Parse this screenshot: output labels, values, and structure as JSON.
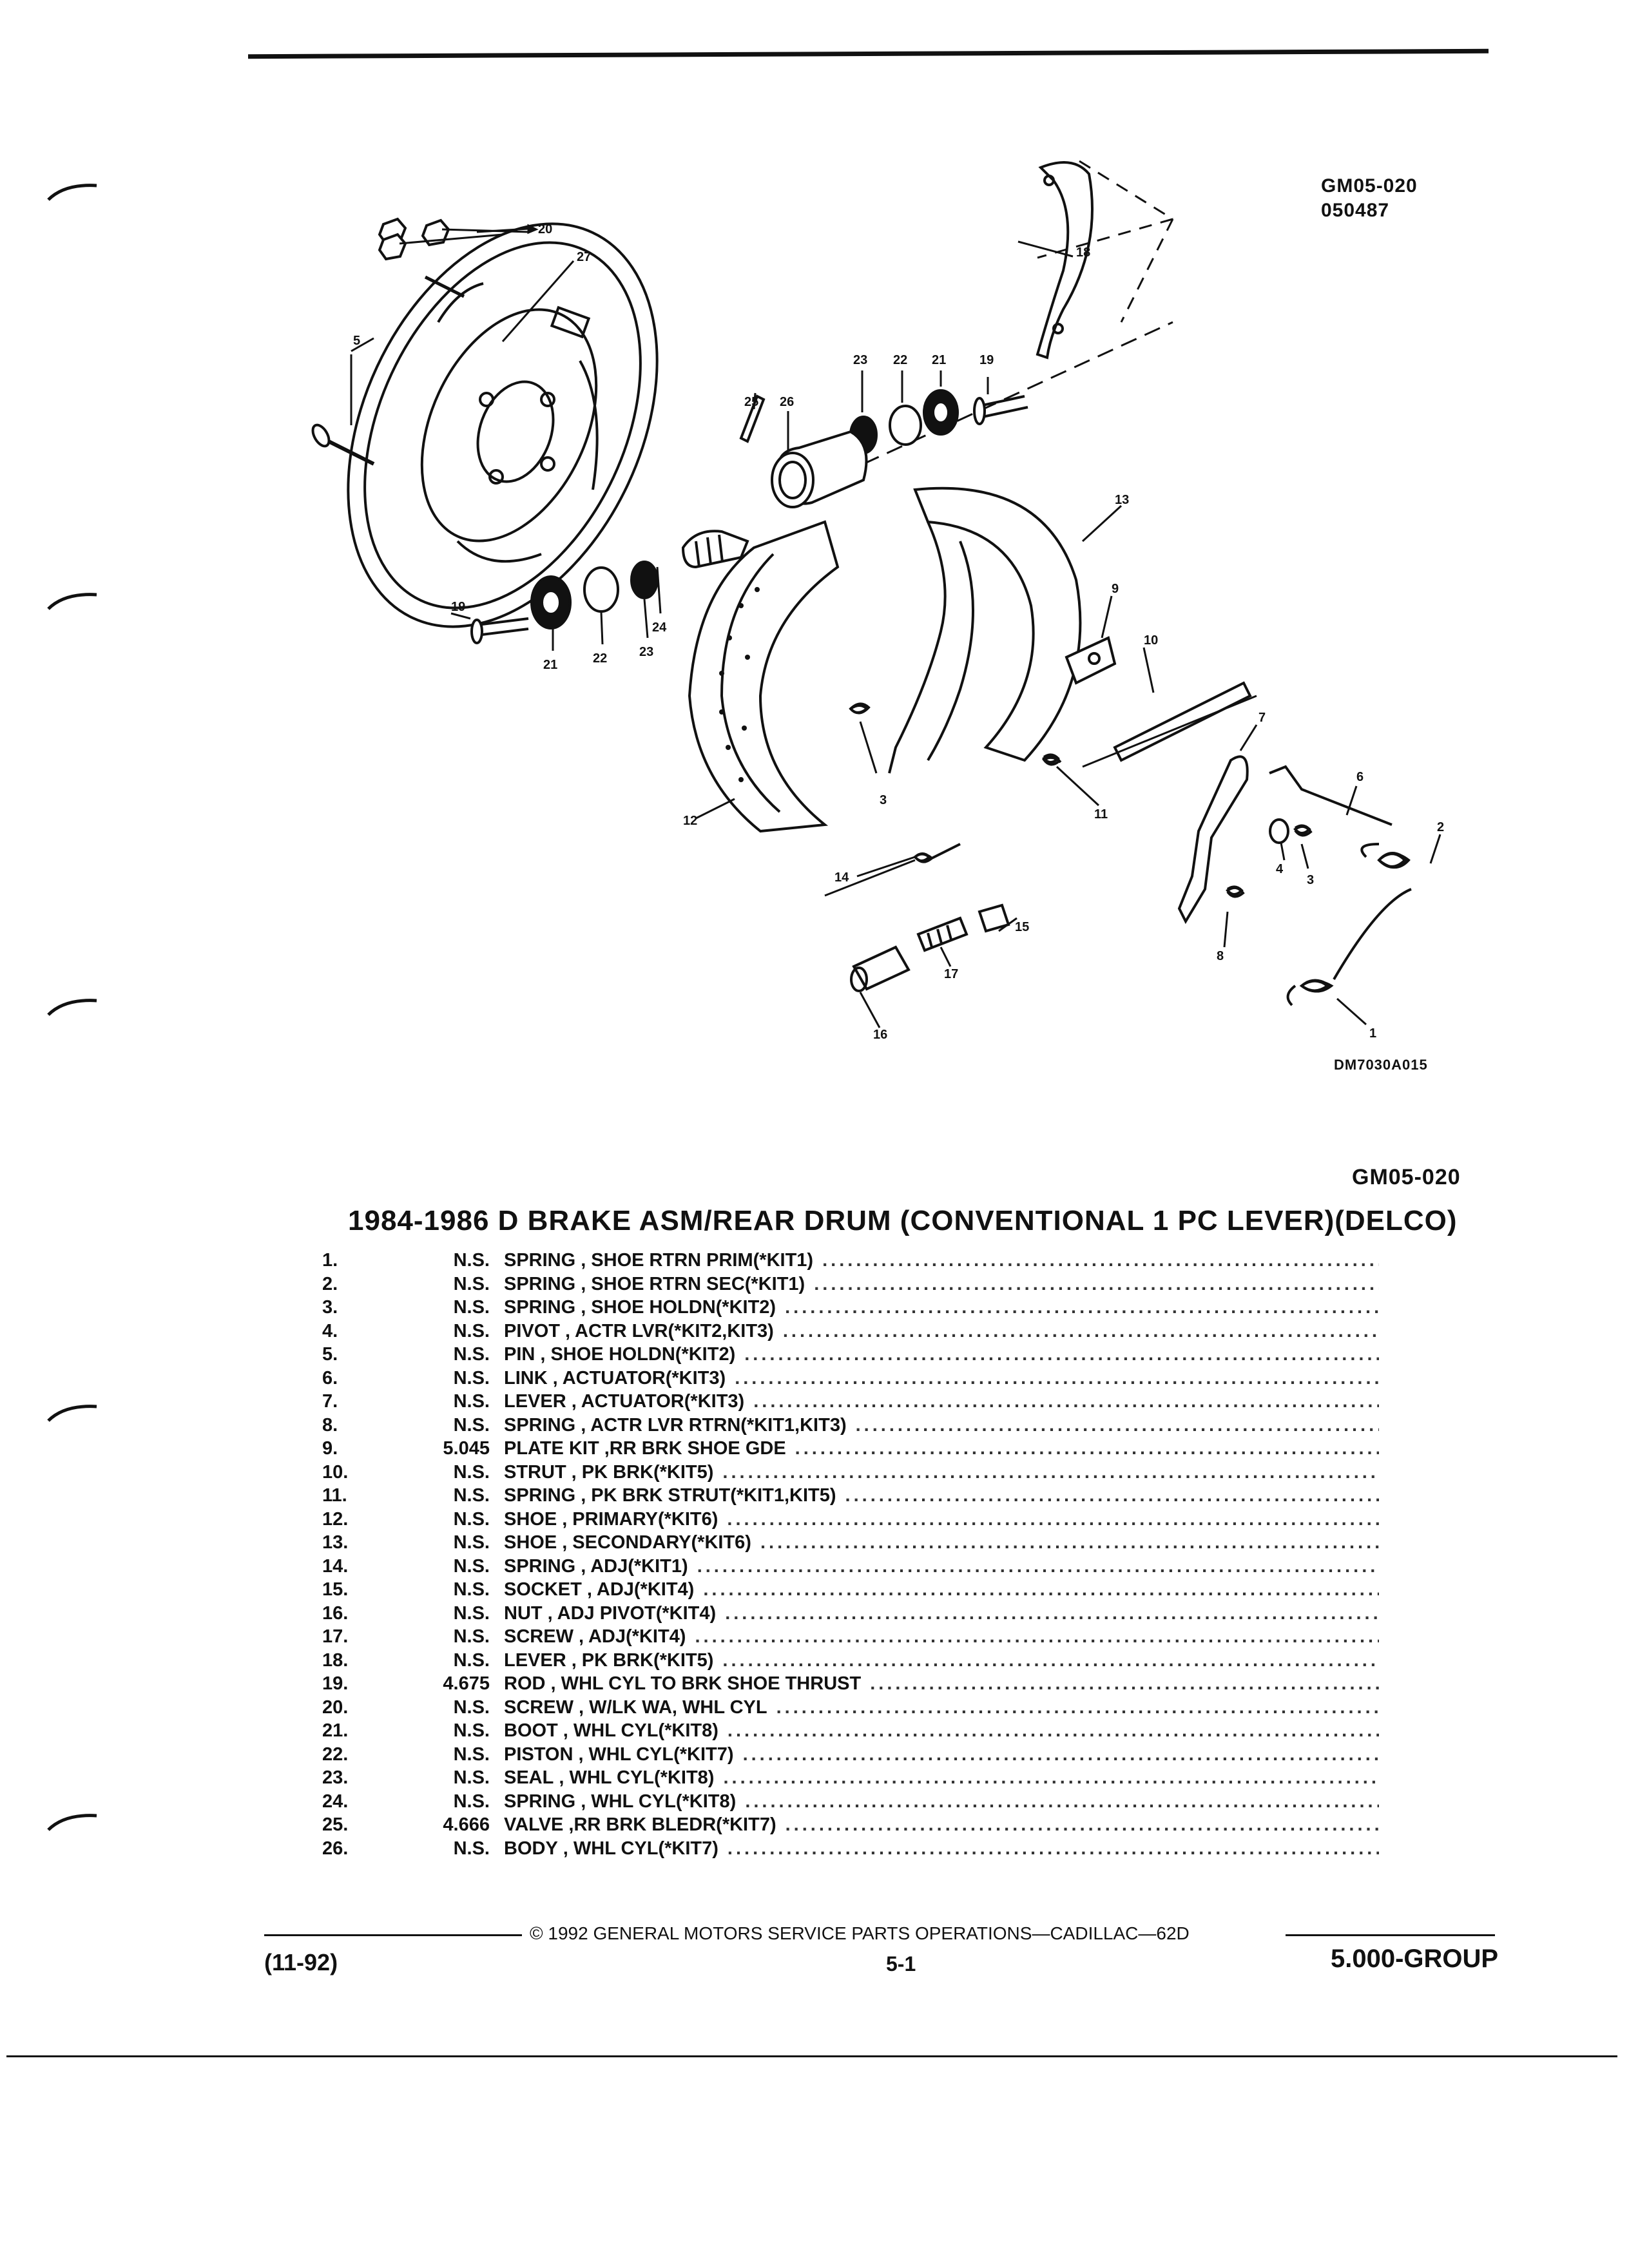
{
  "page_code": "GM05-020",
  "image_code": "050487",
  "image_id": "DM7030A015",
  "section_code": "GM05-020",
  "title": "1984-1986 D BRAKE ASM/REAR DRUM (CONVENTIONAL 1 PC LEVER)(DELCO)",
  "callouts": [
    "20",
    "27",
    "18",
    "5",
    "23",
    "22",
    "21",
    "19",
    "25",
    "26",
    "13",
    "9",
    "10",
    "19",
    "24",
    "21",
    "22",
    "23",
    "7",
    "6",
    "2",
    "3",
    "4",
    "3",
    "11",
    "12",
    "14",
    "15",
    "17",
    "16",
    "8",
    "1"
  ],
  "parts": [
    {
      "num": "1.",
      "price": "N.S.",
      "name": "SPRING",
      "desc": ", SHOE RTRN PRIM(*KIT1)"
    },
    {
      "num": "2.",
      "price": "N.S.",
      "name": "SPRING",
      "desc": ", SHOE RTRN SEC(*KIT1)"
    },
    {
      "num": "3.",
      "price": "N.S.",
      "name": "SPRING",
      "desc": ", SHOE HOLDN(*KIT2)"
    },
    {
      "num": "4.",
      "price": "N.S.",
      "name": "PIVOT",
      "desc": ", ACTR LVR(*KIT2,KIT3)"
    },
    {
      "num": "5.",
      "price": "N.S.",
      "name": "PIN",
      "desc": ", SHOE HOLDN(*KIT2)"
    },
    {
      "num": "6.",
      "price": "N.S.",
      "name": "LINK",
      "desc": ", ACTUATOR(*KIT3)"
    },
    {
      "num": "7.",
      "price": "N.S.",
      "name": "LEVER",
      "desc": ", ACTUATOR(*KIT3)"
    },
    {
      "num": "8.",
      "price": "N.S.",
      "name": "SPRING",
      "desc": ", ACTR LVR RTRN(*KIT1,KIT3)"
    },
    {
      "num": "9.",
      "price": "5.045",
      "name": "PLATE KIT",
      "desc": ",RR BRK SHOE GDE"
    },
    {
      "num": "10.",
      "price": "N.S.",
      "name": "STRUT",
      "desc": ", PK BRK(*KIT5)"
    },
    {
      "num": "11.",
      "price": "N.S.",
      "name": "SPRING",
      "desc": ", PK BRK STRUT(*KIT1,KIT5)"
    },
    {
      "num": "12.",
      "price": "N.S.",
      "name": "SHOE",
      "desc": ", PRIMARY(*KIT6)"
    },
    {
      "num": "13.",
      "price": "N.S.",
      "name": "SHOE",
      "desc": ", SECONDARY(*KIT6)"
    },
    {
      "num": "14.",
      "price": "N.S.",
      "name": "SPRING",
      "desc": ", ADJ(*KIT1)"
    },
    {
      "num": "15.",
      "price": "N.S.",
      "name": "SOCKET",
      "desc": ", ADJ(*KIT4)"
    },
    {
      "num": "16.",
      "price": "N.S.",
      "name": "NUT",
      "desc": ", ADJ PIVOT(*KIT4)"
    },
    {
      "num": "17.",
      "price": "N.S.",
      "name": "SCREW",
      "desc": ", ADJ(*KIT4)"
    },
    {
      "num": "18.",
      "price": "N.S.",
      "name": "LEVER",
      "desc": ", PK BRK(*KIT5)"
    },
    {
      "num": "19.",
      "price": "4.675",
      "name": "ROD",
      "desc": ", WHL CYL TO BRK SHOE THRUST"
    },
    {
      "num": "20.",
      "price": "N.S.",
      "name": "SCREW",
      "desc": ", W/LK WA, WHL CYL"
    },
    {
      "num": "21.",
      "price": "N.S.",
      "name": "BOOT",
      "desc": ", WHL CYL(*KIT8)"
    },
    {
      "num": "22.",
      "price": "N.S.",
      "name": "PISTON",
      "desc": ", WHL CYL(*KIT7)"
    },
    {
      "num": "23.",
      "price": "N.S.",
      "name": "SEAL",
      "desc": ", WHL CYL(*KIT8)"
    },
    {
      "num": "24.",
      "price": "N.S.",
      "name": "SPRING",
      "desc": ", WHL CYL(*KIT8)"
    },
    {
      "num": "25.",
      "price": "4.666",
      "name": "VALVE",
      "desc": ",RR BRK BLEDR(*KIT7)"
    },
    {
      "num": "26.",
      "price": "N.S.",
      "name": "BODY",
      "desc": ", WHL CYL(*KIT7)"
    }
  ],
  "footer": {
    "copyright": "© 1992 GENERAL MOTORS SERVICE PARTS OPERATIONS—CADILLAC—62D",
    "date": "(11-92)",
    "page": "5-1",
    "group": "5.000-GROUP"
  }
}
